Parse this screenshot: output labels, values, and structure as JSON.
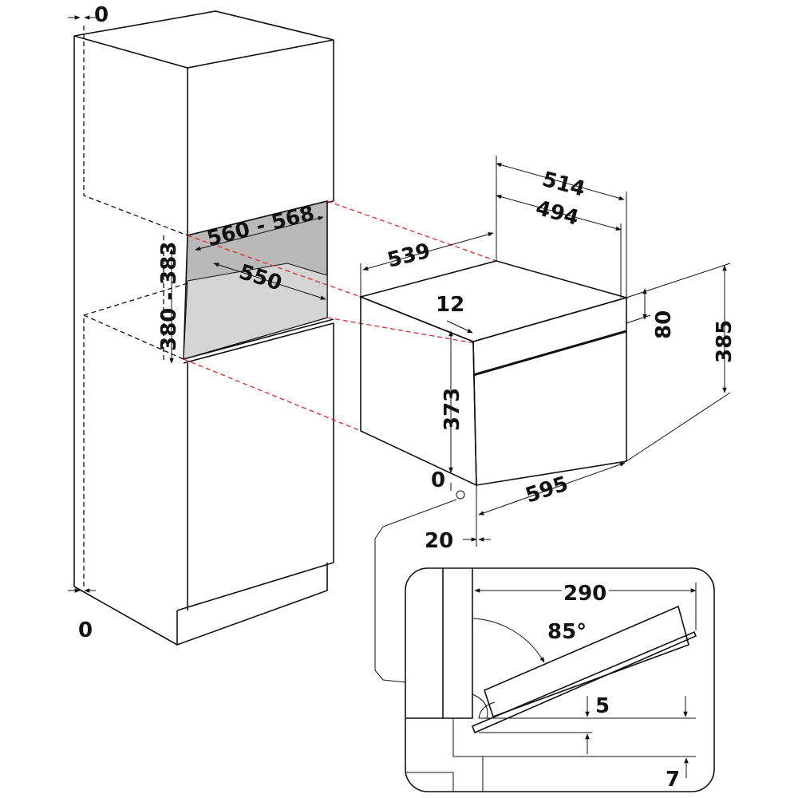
{
  "colors": {
    "line": "#111111",
    "guide": "#e02a2a",
    "niche": "#b9b9b9"
  },
  "dimensions": {
    "top_clearance": "0",
    "bottom_clearance": "0",
    "niche_width": "560 - 568",
    "niche_depth": "550",
    "niche_height": "380 - 383",
    "oven_depth_total": "539",
    "oven_body_depth_514": "514",
    "oven_body_depth_494": "494",
    "panel_offset": "12",
    "panel_height": "80",
    "oven_height": "385",
    "body_height": "373",
    "front_clearance": "0",
    "oven_width": "595",
    "front_thickness": "20",
    "door_open_depth": "290",
    "door_angle": "85°",
    "door_gap": "5",
    "floor_gap": "7"
  }
}
